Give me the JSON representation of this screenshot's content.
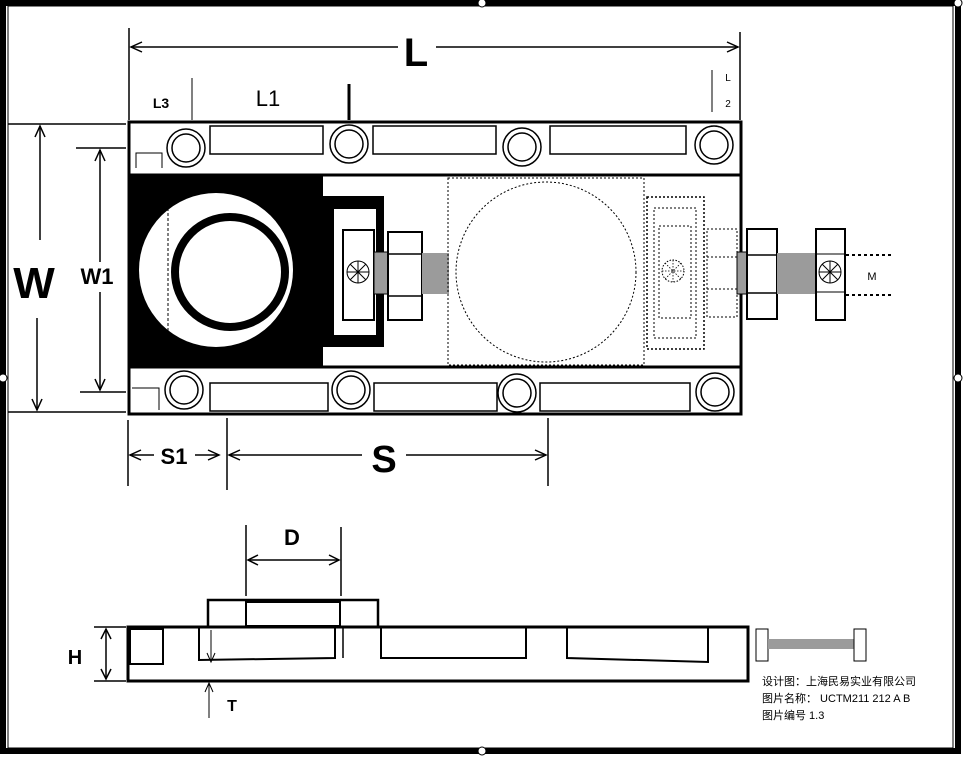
{
  "dimensions": {
    "L": "L",
    "L1": "L1",
    "L2_top": "L",
    "L2_bottom": "2",
    "L3": "L3",
    "W": "W",
    "W1": "W1",
    "S1": "S1",
    "S": "S",
    "D": "D",
    "H": "H",
    "T": "T",
    "M": "M"
  },
  "caption": {
    "designer": "设计图：上海民易实业有限公司",
    "name": "图片名称：  UCTM211 212 A B",
    "number": "图片编号 1.3"
  }
}
